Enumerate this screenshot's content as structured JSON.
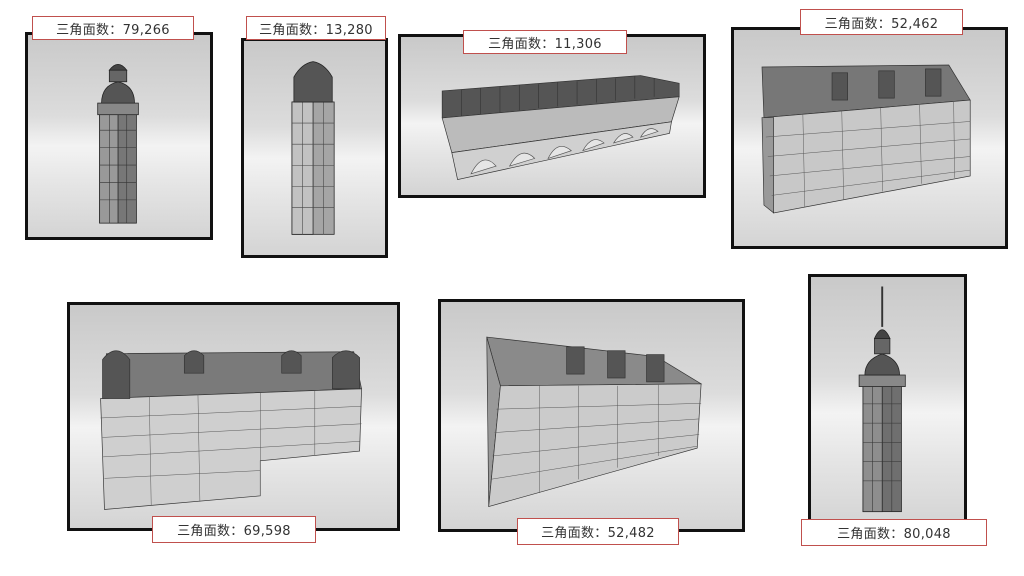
{
  "label_prefix": "三角面数：",
  "models": [
    {
      "id": "tower-dome",
      "type": "tower",
      "label": "三角面数：79,266",
      "triangles": "79,266"
    },
    {
      "id": "tower-gable",
      "type": "tower",
      "label": "三角面数：13,280",
      "triangles": "13,280"
    },
    {
      "id": "arcade",
      "type": "arcade",
      "label": "三角面数：11,306",
      "triangles": "11,306"
    },
    {
      "id": "building-long",
      "type": "building",
      "label": "三角面数：52,462",
      "triangles": "52,462"
    },
    {
      "id": "building-wide",
      "type": "building",
      "label": "三角面数：69,598",
      "triangles": "69,598"
    },
    {
      "id": "building-gabled",
      "type": "building",
      "label": "三角面数：52,482",
      "triangles": "52,482"
    },
    {
      "id": "tower-spire",
      "type": "tower",
      "label": "三角面数：80,048",
      "triangles": "80,048"
    }
  ],
  "colors": {
    "panel_border": "#111111",
    "label_border": "#c0504d",
    "label_text": "#333333"
  }
}
